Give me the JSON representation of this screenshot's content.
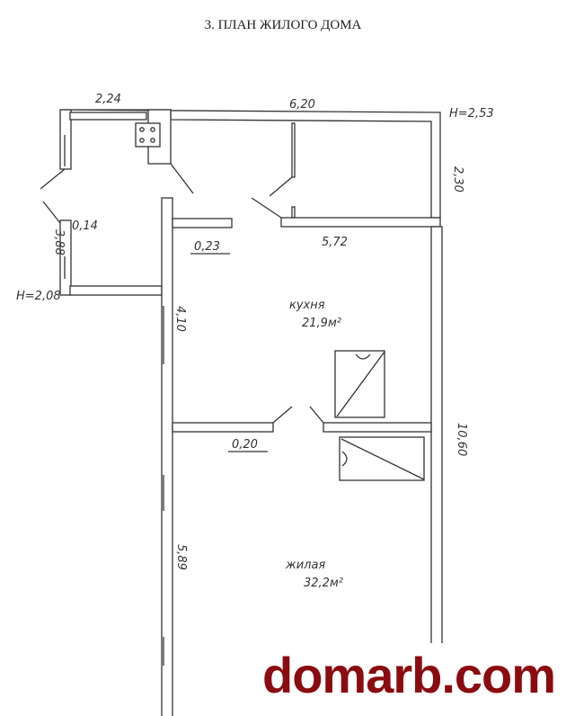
{
  "title": "3. ПЛАН ЖИЛОГО ДОМА",
  "dimensions": {
    "top_left": "2,24",
    "top_main": "6,20",
    "height_main": "H=2,53",
    "right_upper": "2,30",
    "left_wall": "3,88",
    "left_thickness": "0,14",
    "height_left": "H=2,08",
    "partition_thickness_1": "0,23",
    "inner_length": "5,72",
    "kitchen_side": "4,10",
    "partition_thickness_2": "0,20",
    "right_total": "10,60",
    "living_side": "5,89"
  },
  "rooms": {
    "kitchen_name": "кухня",
    "kitchen_area": "21,9м²",
    "living_name": "жилая",
    "living_area": "32,2м²"
  },
  "watermark": "domarb.com",
  "colors": {
    "watermark": "#8a0c10",
    "lines": "#333333"
  }
}
